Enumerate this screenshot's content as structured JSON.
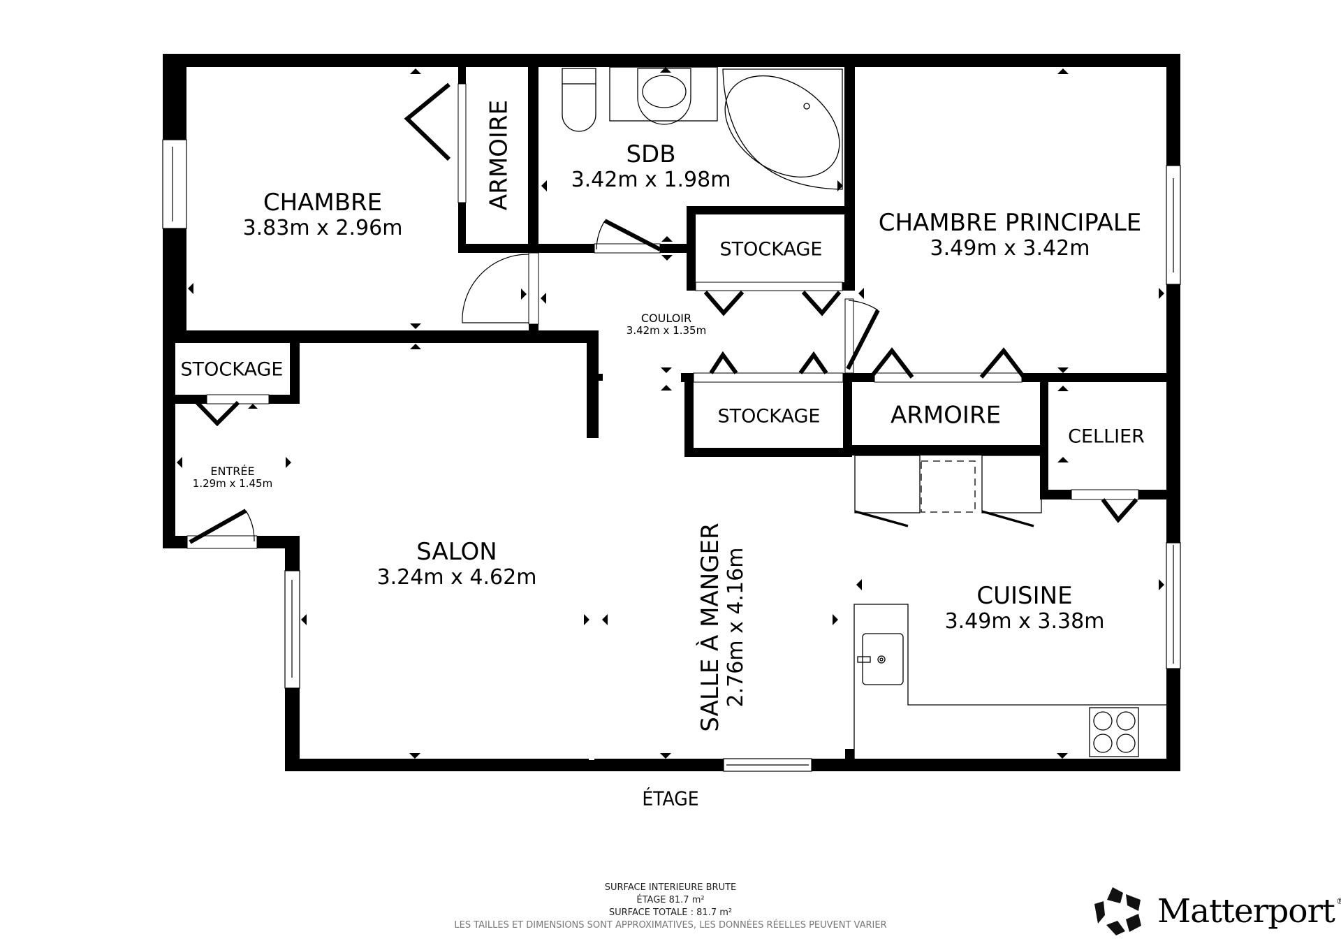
{
  "floor_label": "ÉTAGE",
  "rooms": {
    "chambre": {
      "name": "CHAMBRE",
      "dims": "3.83m x 2.96m"
    },
    "armoire_chambre": {
      "name": "ARMOIRE"
    },
    "sdb": {
      "name": "SDB",
      "dims": "3.42m x 1.98m"
    },
    "chambre_principale": {
      "name": "CHAMBRE PRINCIPALE",
      "dims": "3.49m x 3.42m"
    },
    "stockage_sdb": {
      "name": "STOCKAGE"
    },
    "couloir": {
      "name": "COULOIR",
      "dims": "3.42m x 1.35m"
    },
    "stockage_entree": {
      "name": "STOCKAGE"
    },
    "entree": {
      "name": "ENTRÉE",
      "dims": "1.29m x 1.45m"
    },
    "stockage_couloir": {
      "name": "STOCKAGE"
    },
    "armoire_couloir": {
      "name": "ARMOIRE"
    },
    "cellier": {
      "name": "CELLIER"
    },
    "salon": {
      "name": "SALON",
      "dims": "3.24m x 4.62m"
    },
    "salle_a_manger": {
      "name": "SALLE À MANGER",
      "dims": "2.76m x 4.16m"
    },
    "cuisine": {
      "name": "CUISINE",
      "dims": "3.49m x 3.38m"
    }
  },
  "footer": {
    "line1": "SURFACE INTERIEURE BRUTE",
    "line2": "ÉTAGE 81.7 m²",
    "line3": "SURFACE TOTALE :  81.7 m²",
    "disclaimer": "LES TAILLES ET DIMENSIONS SONT APPROXIMATIVES, LES DONNÉES RÉELLES PEUVENT VARIER"
  },
  "brand": {
    "name": "Matterport",
    "mark": "®"
  },
  "colors": {
    "wall": "#000000",
    "background": "#ffffff",
    "disclaimer": "#777777"
  }
}
